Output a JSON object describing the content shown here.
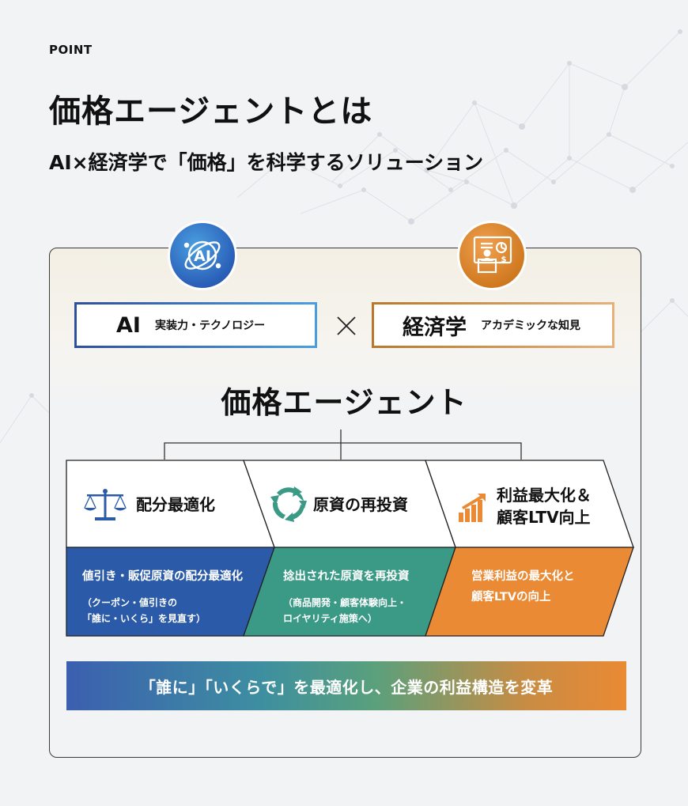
{
  "header": {
    "point_label": "POINT",
    "title": "価格エージェントとは",
    "subtitle": "AI×経済学で「価格」を科学するソリューション"
  },
  "pillars": {
    "ai": {
      "main": "AI",
      "sub": "実装力・テクノロジー",
      "icon": "ai-icon"
    },
    "times": "×",
    "econ": {
      "main": "経済学",
      "sub": "アカデミックな知見",
      "icon": "presentation-icon"
    }
  },
  "agent_title": "価格エージェント",
  "steps": [
    {
      "title": "配分最適化",
      "icon": "scale-icon",
      "main": "値引き・販促原資の配分最適化",
      "note_line1": "（クーポン・値引きの",
      "note_line2": "「誰に・いくら」を見直す）",
      "color": "#2b5ba8"
    },
    {
      "title": "原資の再投資",
      "icon": "recycle-icon",
      "main": "捻出された原資を再投資",
      "note_line1": "（商品開発・顧客体験向上・",
      "note_line2": "ロイヤリティ施策へ）",
      "color": "#3a9a86"
    },
    {
      "title_line1": "利益最大化＆",
      "title_line2": "顧客LTV向上",
      "icon": "growth-chart-icon",
      "main_line1": "営業利益の最大化と",
      "main_line2": "顧客LTVの向上",
      "color": "#ea8a34"
    }
  ],
  "banner": "「誰に」「いくらで」を最適化し、企業の利益構造を変革",
  "colors": {
    "ai_blue": "#2b5ba8",
    "teal": "#3a9a86",
    "orange": "#ea8a34",
    "bronze": "#c47a2c"
  }
}
